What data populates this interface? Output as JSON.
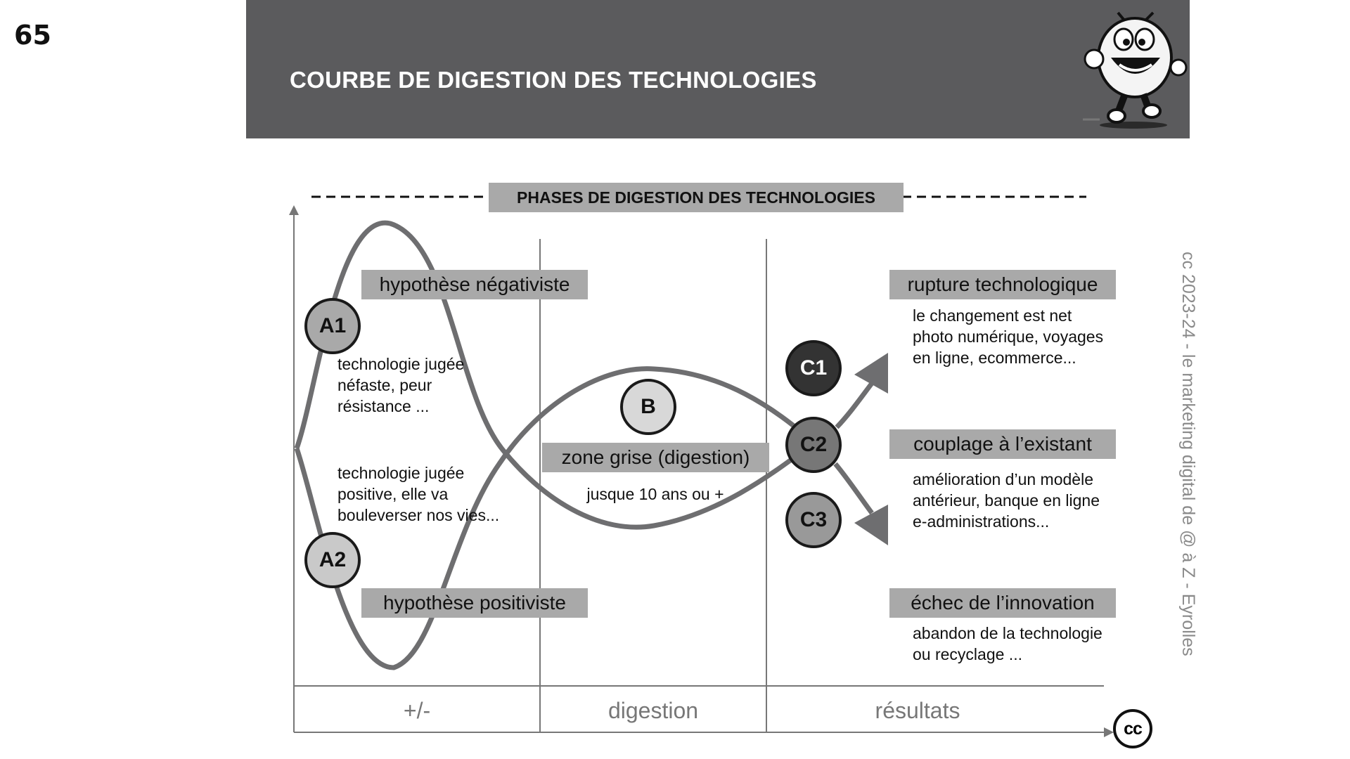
{
  "page_number": "65",
  "header": {
    "title": "COURBE DE DIGESTION DES TECHNOLOGIES"
  },
  "phases_title": "PHASES DE DIGESTION DES TECHNOLOGIES",
  "hypotheses": {
    "negative": "hypothèse négativiste",
    "positive": "hypothèse positiviste"
  },
  "nodes": {
    "a1": "A1",
    "a2": "A2",
    "b": "B",
    "c1": "C1",
    "c2": "C2",
    "c3": "C3"
  },
  "a1_text": [
    "technologie jugée",
    "néfaste, peur",
    "résistance ..."
  ],
  "a2_text": [
    "technologie jugée",
    "positive, elle va",
    "bouleverser nos vies..."
  ],
  "zone": {
    "label": "zone grise (digestion)",
    "sub": "jusque 10 ans ou +"
  },
  "outcomes": [
    {
      "label": "rupture technologique",
      "lines": [
        "le changement est net",
        "photo numérique, voyages",
        "en ligne, ecommerce..."
      ]
    },
    {
      "label": "couplage à l’existant",
      "lines": [
        "amélioration d’un modèle",
        "antérieur, banque en ligne",
        "e-administrations..."
      ]
    },
    {
      "label": "échec de l’innovation",
      "lines": [
        "abandon de la technologie",
        "ou recyclage ..."
      ]
    }
  ],
  "columns": [
    "+/-",
    "digestion",
    "résultats"
  ],
  "credit": "cc 2023-24  - le marketing digital de @ à Z - Eyrolles",
  "cc_logo": "cc",
  "colors": {
    "header_bg": "#5b5b5d",
    "label_bg": "#a9a9a9",
    "curve": "#6e6e70"
  }
}
